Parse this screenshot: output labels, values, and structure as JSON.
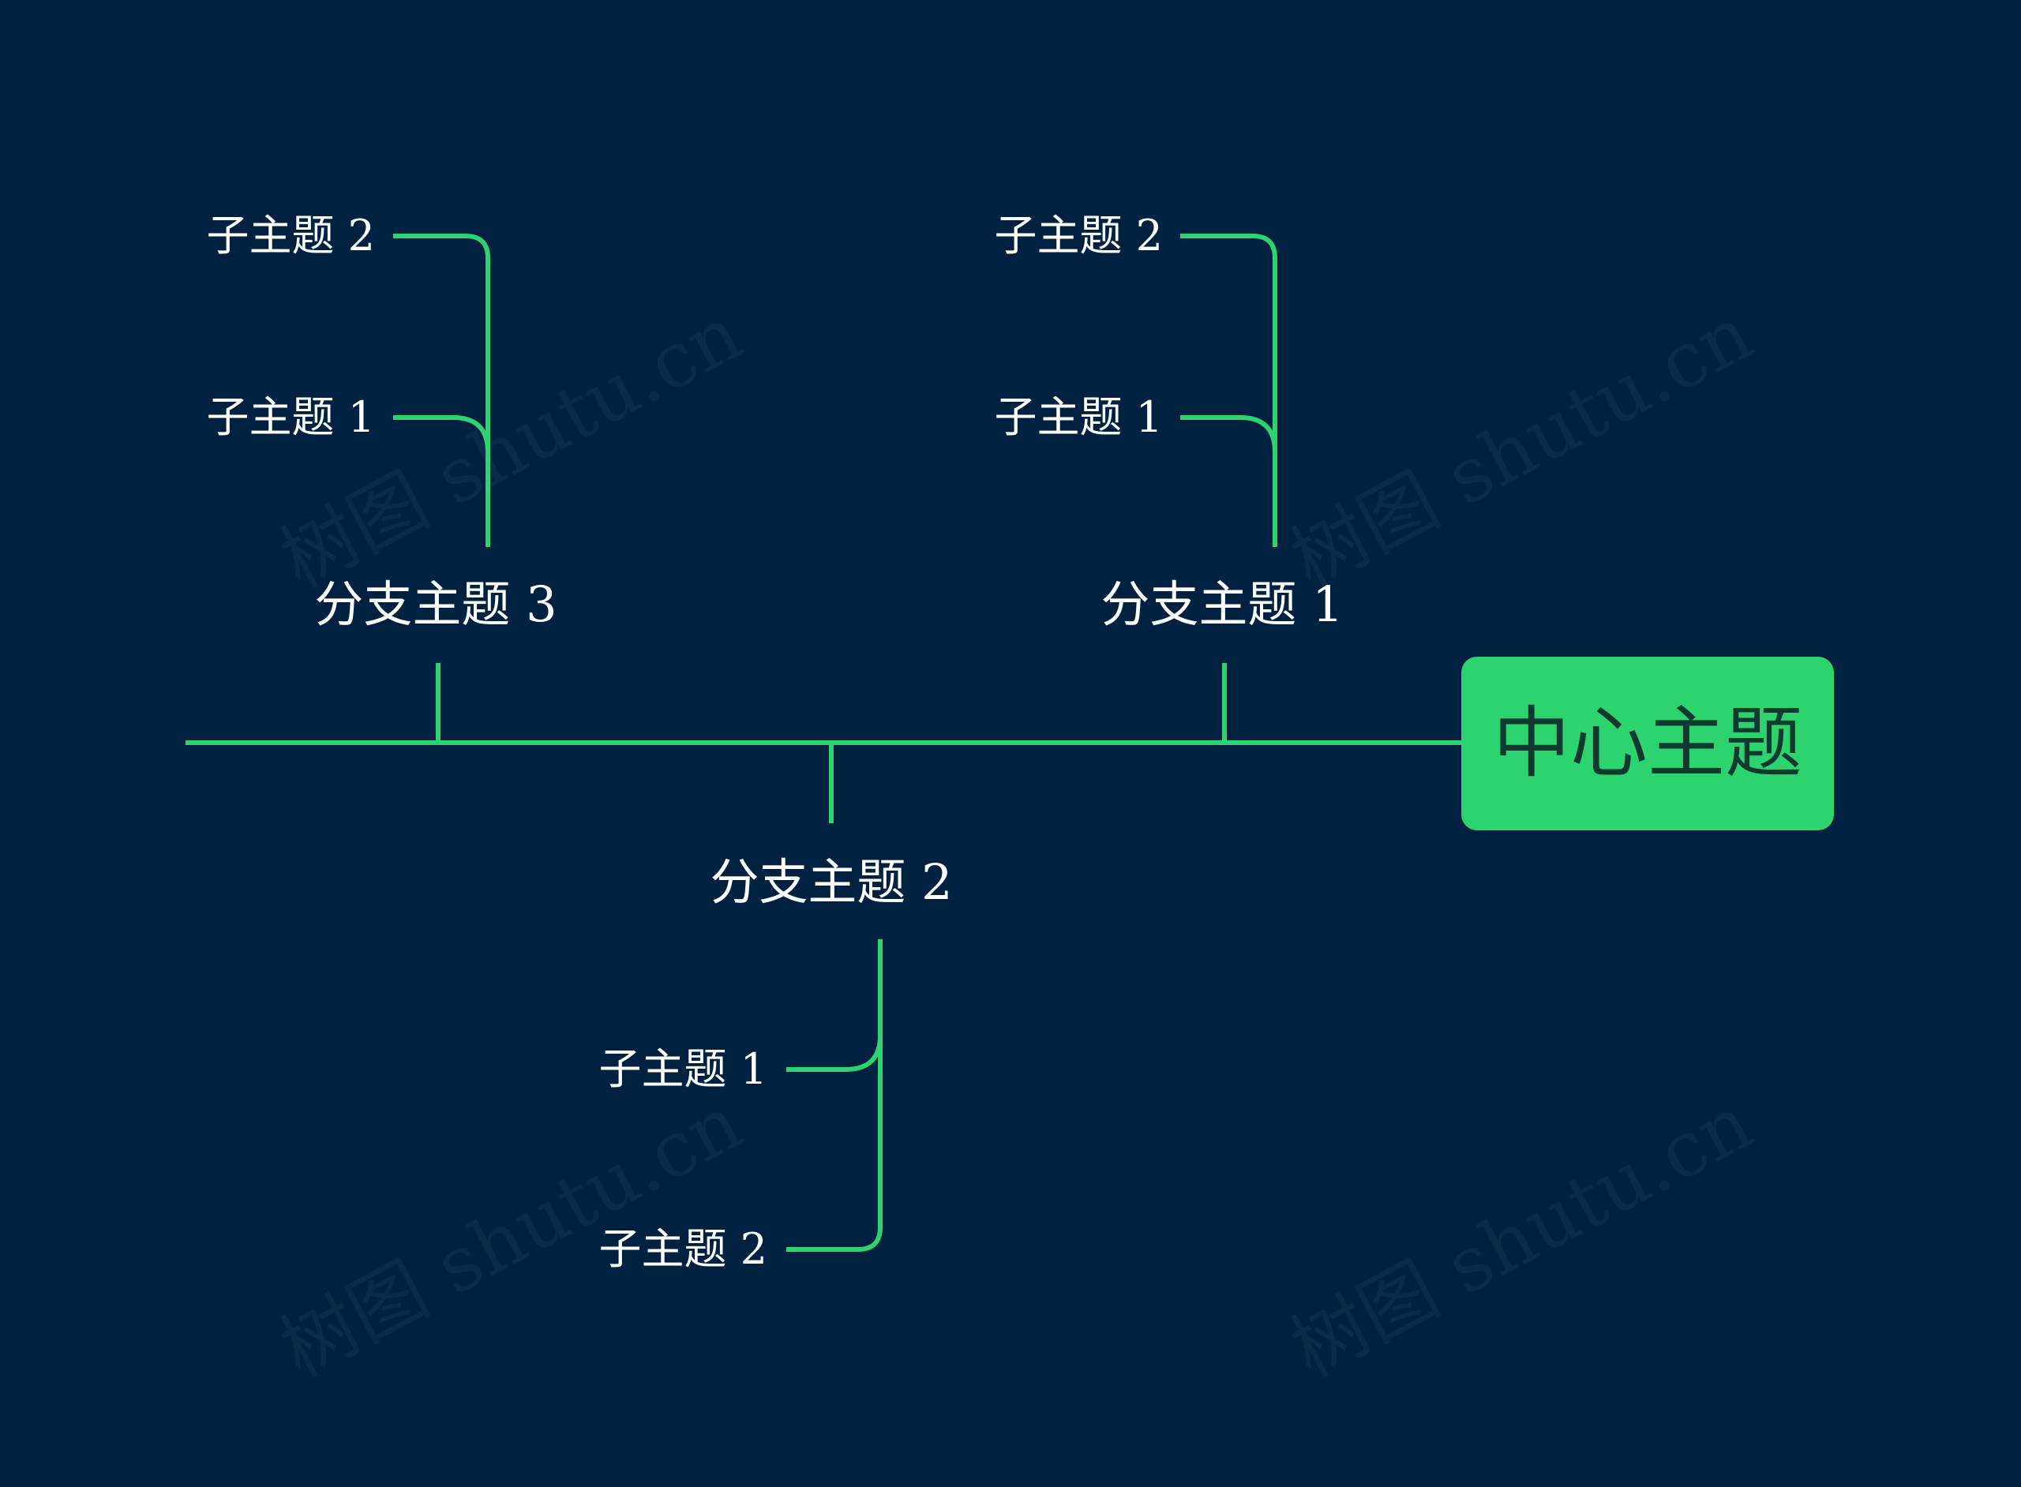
{
  "central_topic": "中心主题",
  "watermark": "树图 shutu.cn",
  "branches": [
    {
      "label": "分支主题 1",
      "subtopics": [
        "子主题 2",
        "子主题 1"
      ]
    },
    {
      "label": "分支主题 2",
      "subtopics": [
        "子主题 1",
        "子主题 2"
      ]
    },
    {
      "label": "分支主题 3",
      "subtopics": [
        "子主题 2",
        "子主题 1"
      ]
    }
  ],
  "colors": {
    "background": "#002240",
    "line": "#2dd36f",
    "central_fill": "#2dd36f",
    "central_text": "#0f3a30",
    "label_text": "#ffffff"
  }
}
